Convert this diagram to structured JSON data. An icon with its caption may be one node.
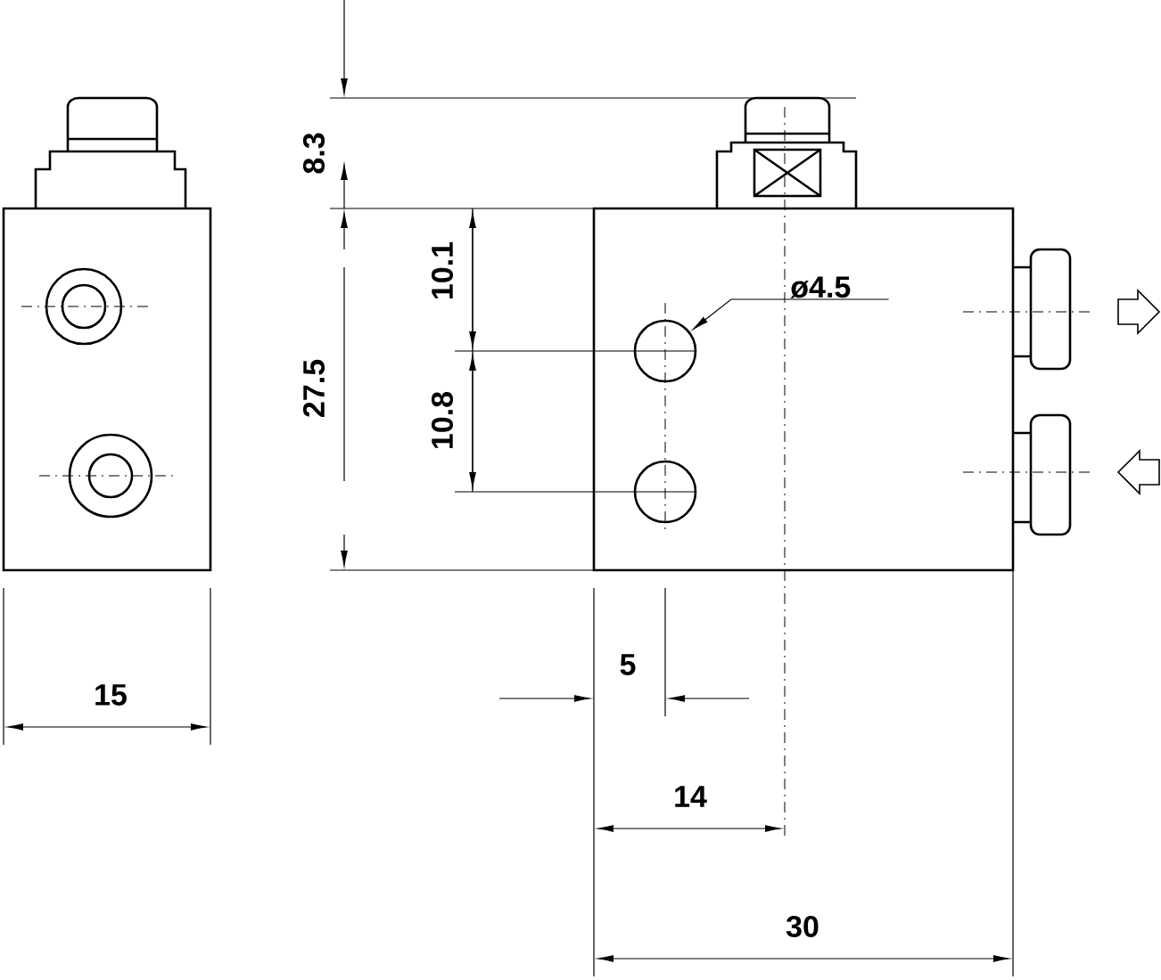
{
  "diagram": {
    "nodes": [
      {
        "text": [
          "ø4.5"
        ]
      },
      {
        "text": [],
        "shape": "circle"
      }
    ],
    "edges": [
      {
        "from": 0,
        "to": 1,
        "arrow": "to"
      }
    ],
    "labels": [
      "8.3",
      "10.1",
      "27.5",
      "10.8",
      "15",
      "5",
      "14",
      "30"
    ]
  }
}
